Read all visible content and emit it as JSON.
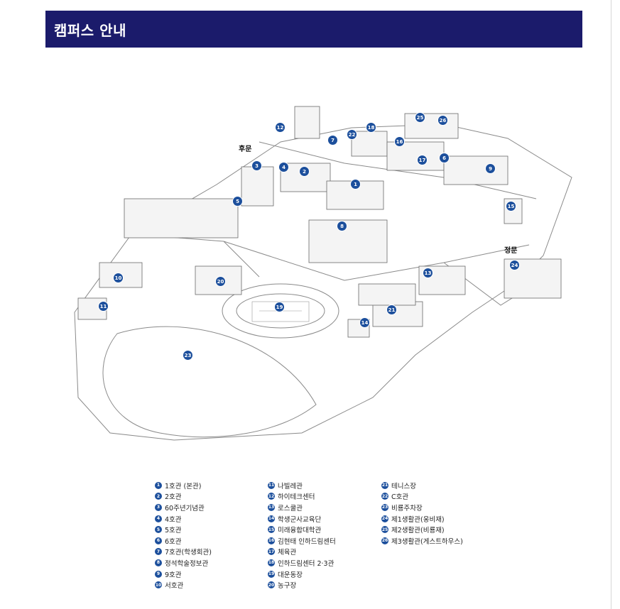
{
  "header": {
    "title": "캠퍼스 안내"
  },
  "map": {
    "gates": {
      "back_gate": "후문",
      "main_gate": "정문"
    },
    "markers": [
      "1",
      "2",
      "3",
      "4",
      "5",
      "6",
      "7",
      "8",
      "9",
      "10",
      "11",
      "12",
      "13",
      "14",
      "15",
      "16",
      "17",
      "18",
      "19",
      "20",
      "21",
      "22",
      "23",
      "24",
      "25",
      "26"
    ]
  },
  "legend": {
    "columns": [
      [
        {
          "num": "1",
          "label": "1호관 (본관)"
        },
        {
          "num": "2",
          "label": "2호관"
        },
        {
          "num": "3",
          "label": "60주년기념관"
        },
        {
          "num": "4",
          "label": "4호관"
        },
        {
          "num": "5",
          "label": "5호관"
        },
        {
          "num": "6",
          "label": "6호관"
        },
        {
          "num": "7",
          "label": "7호관(학생회관)"
        },
        {
          "num": "8",
          "label": "정석학술정보관"
        },
        {
          "num": "9",
          "label": "9호관"
        },
        {
          "num": "10",
          "label": "서호관"
        }
      ],
      [
        {
          "num": "11",
          "label": "나빌레관"
        },
        {
          "num": "12",
          "label": "하이테크센터"
        },
        {
          "num": "13",
          "label": "로스쿨관"
        },
        {
          "num": "14",
          "label": "학생군사교육단"
        },
        {
          "num": "15",
          "label": "미래융합대학관"
        },
        {
          "num": "16",
          "label": "김현태 인하드림센터"
        },
        {
          "num": "17",
          "label": "체육관"
        },
        {
          "num": "18",
          "label": "인하드림센터 2·3관"
        },
        {
          "num": "19",
          "label": "대운동장"
        },
        {
          "num": "20",
          "label": "농구장"
        }
      ],
      [
        {
          "num": "21",
          "label": "테니스장"
        },
        {
          "num": "22",
          "label": "C호관"
        },
        {
          "num": "23",
          "label": "비룡주차장"
        },
        {
          "num": "24",
          "label": "제1생활관(웅비재)"
        },
        {
          "num": "25",
          "label": "제2생활관(비룡재)"
        },
        {
          "num": "26",
          "label": "제3생활관(게스트하우스)"
        }
      ]
    ]
  }
}
